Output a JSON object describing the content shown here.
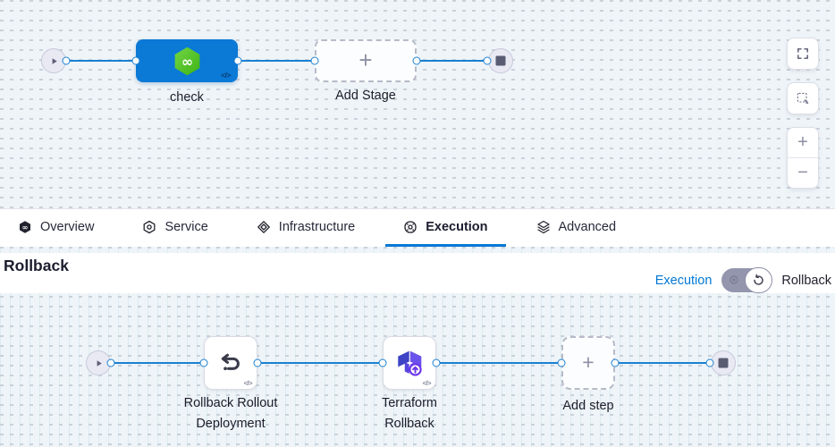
{
  "colors": {
    "accent_blue": "#0278d5",
    "stage_node_blue": "#0b79d6",
    "harness_green": "#4fc62b",
    "terraform_purple": "#5c4ee5",
    "canvas_bg": "#eef4f8"
  },
  "glyphs": {
    "code": "</>",
    "plus": "+"
  },
  "top_pipeline": {
    "start_icon": "play-icon",
    "stage_label": "check",
    "stage_icon": "harness-logo-icon",
    "add_stage_label": "Add Stage",
    "end_icon": "stop-icon"
  },
  "canvas_controls": {
    "fullscreen_icon": "fullscreen-icon",
    "marquee_icon": "marquee-select-icon",
    "zoom_in": "+",
    "zoom_out": "−"
  },
  "tabs": [
    {
      "label": "Overview",
      "icon": "harness-icon",
      "active": false
    },
    {
      "label": "Service",
      "icon": "service-icon",
      "active": false
    },
    {
      "label": "Infrastructure",
      "icon": "infrastructure-icon",
      "active": false
    },
    {
      "label": "Execution",
      "icon": "execution-icon",
      "active": true
    },
    {
      "label": "Advanced",
      "icon": "advanced-icon",
      "active": false
    }
  ],
  "rollback_header": {
    "title": "Rollback",
    "execution_link": "Execution",
    "toggle_state": "rollback",
    "rollback_label": "Rollback"
  },
  "rollback_pipeline": {
    "start_icon": "play-icon",
    "steps": [
      {
        "label_line1": "Rollback Rollout",
        "label_line2": "Deployment",
        "icon": "undo-icon"
      },
      {
        "label_line1": "Terraform",
        "label_line2": "Rollback",
        "icon": "terraform-icon"
      }
    ],
    "add_step_label": "Add step",
    "end_icon": "stop-icon"
  }
}
